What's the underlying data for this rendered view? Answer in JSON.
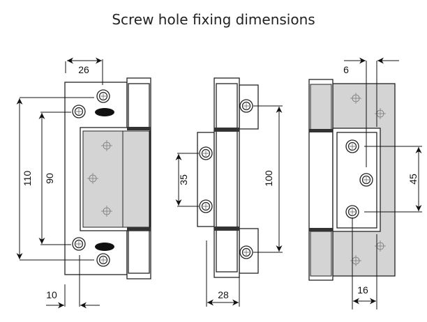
{
  "title": "Screw hole fixing dimensions",
  "colors": {
    "outline": "#222222",
    "leaf_grey": "#d4d4d4",
    "background": "#ffffff"
  },
  "views": {
    "left": {
      "dims": {
        "top_offset": "26",
        "outer_spacing": "110",
        "inner_spacing": "90",
        "edge_offset": "10"
      }
    },
    "middle": {
      "dims": {
        "leaf_spacing": "35",
        "frame_spacing": "100",
        "width": "28"
      }
    },
    "right": {
      "dims": {
        "offset": "6",
        "spacing": "45",
        "width": "16"
      }
    }
  }
}
